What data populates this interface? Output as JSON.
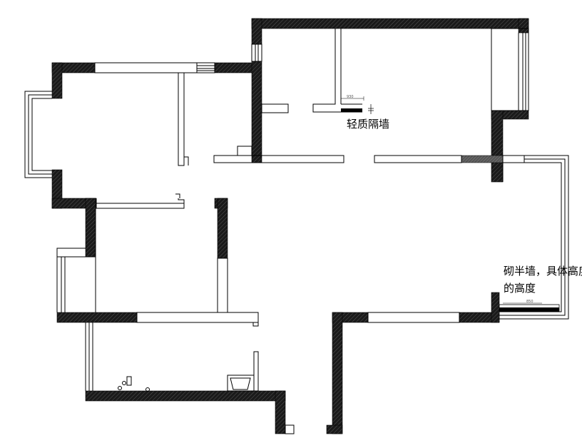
{
  "annotations": {
    "light_partition_wall": "轻质隔墙",
    "half_wall_line1": "砌半墙，具体高度",
    "half_wall_line2": "的高度"
  },
  "dimensions": {
    "dim_1": "930",
    "dim_2": "850"
  },
  "colors": {
    "wall_fill": "#1a1a1a",
    "line": "#000000",
    "background": "#ffffff"
  }
}
